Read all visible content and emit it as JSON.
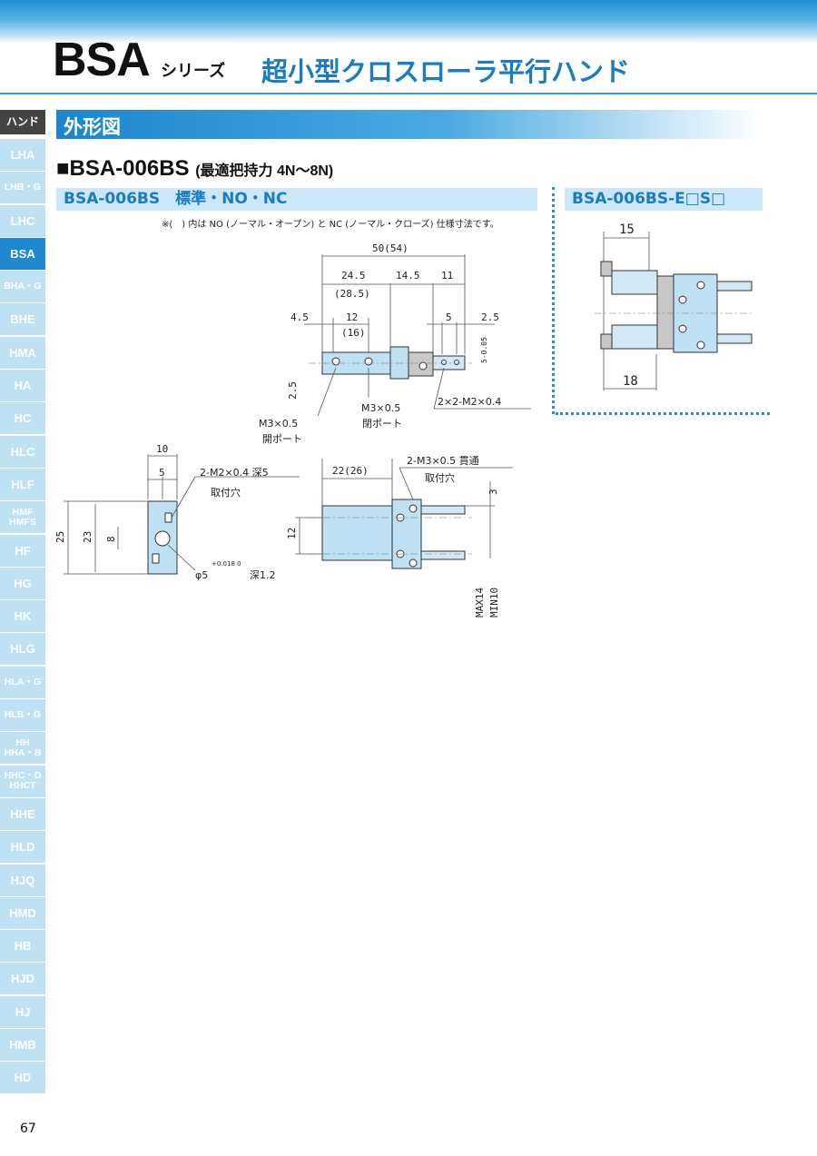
{
  "header": {
    "series_code": "BSA",
    "series_suffix": "シリーズ",
    "series_title": "超小型クロスローラ平行ハンド"
  },
  "sidebar": {
    "head": "ハンド",
    "items": [
      "LHA",
      "LHB・G",
      "LHC",
      "BSA",
      "BHA・G",
      "BHE",
      "HMA",
      "HA",
      "HC",
      "HLC",
      "HLF",
      "HMF\nHMFS",
      "HF",
      "HG",
      "HK",
      "HLG",
      "HLA・G",
      "HLB・G",
      "HH\nHHA・B",
      "HHC・D\nHHCT",
      "HHE",
      "HLD",
      "HJQ",
      "HMD",
      "HB",
      "HJD",
      "HJ",
      "HMB",
      "HD"
    ],
    "active": "BSA",
    "colors": {
      "inactive": "#bfe1f4",
      "active": "#1f88d1",
      "head": "#444444"
    }
  },
  "section": {
    "title": "外形図"
  },
  "model": {
    "name": "■BSA-006BS",
    "subtitle": "(最適把持力 4N〜8N)"
  },
  "tabs": {
    "standard": "BSA-006BS　標準・NO・NC",
    "option": "BSA-006BS-E□S□"
  },
  "note": "※(　) 内は NO (ノーマル・オープン) と NC (ノーマル・クローズ) 仕様寸法です。",
  "drawing_top": {
    "d_overall": "50(54)",
    "d_a": "24.5",
    "d_a_alt": "(28.5)",
    "d_b": "14.5",
    "d_c": "11",
    "d_d": "4.5",
    "d_e": "12",
    "d_e_alt": "(16)",
    "d_f": "5",
    "d_g": "2.5",
    "d_h": "2.5",
    "d_tol": "5-0.05",
    "port1_size": "M3×0.5",
    "port1_label": "開ポート",
    "port2_size": "M3×0.5",
    "port2_label": "閉ポート",
    "tap": "2×2-M2×0.4"
  },
  "drawing_side": {
    "d_width": "10",
    "d_half": "5",
    "d_height": "25",
    "d_inner": "23",
    "d_pitch": "8",
    "mount_tap": "2-M2×0.4 深5",
    "mount_label": "取付穴",
    "pin": "φ5",
    "pin_tol": "+0.018\n0",
    "pin_depth": "深1.2"
  },
  "drawing_front": {
    "d_len": "22(26)",
    "through": "2-M3×0.5 貫通",
    "through_label": "取付穴",
    "d_pitch": "12",
    "d_top": "3",
    "stroke_max": "MAX14",
    "stroke_min": "MIN10"
  },
  "drawing_option": {
    "d_top": "15",
    "d_bottom": "18"
  },
  "footer": {
    "page": "67"
  }
}
